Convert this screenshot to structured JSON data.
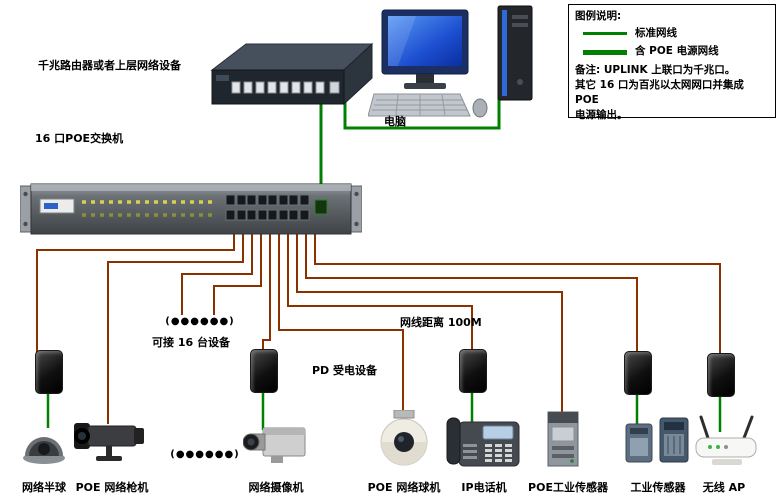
{
  "colors": {
    "standard_cable": "#008000",
    "poe_cable": "#8a3100"
  },
  "legend": {
    "title": "图例说明:",
    "items": [
      {
        "label": "标准网线"
      },
      {
        "label": "含 POE 电源网线"
      }
    ],
    "note_line1": "备注: UPLINK 上联口为千兆口。",
    "note_line2": "其它 16 口为百兆以太网网口并集成 POE",
    "note_line3": "电源输出。"
  },
  "labels": {
    "router": "千兆路由器或者上层网络设备",
    "switch": "16 口POE交换机",
    "computer": "电脑",
    "dots_top": "(●●●●●●)",
    "expand": "可接 16 台设备",
    "pd": "PD 受电设备",
    "distance": "网线距离 100M",
    "dots_bottom": "(●●●●●●)"
  },
  "devices": [
    {
      "name": "网络半球"
    },
    {
      "name": "POE 网络枪机"
    },
    {
      "name": "网络摄像机"
    },
    {
      "name": "POE 网络球机"
    },
    {
      "name": "IP电话机"
    },
    {
      "name": "POE工业传感器"
    },
    {
      "name": "工业传感器"
    },
    {
      "name": "无线 AP"
    }
  ]
}
